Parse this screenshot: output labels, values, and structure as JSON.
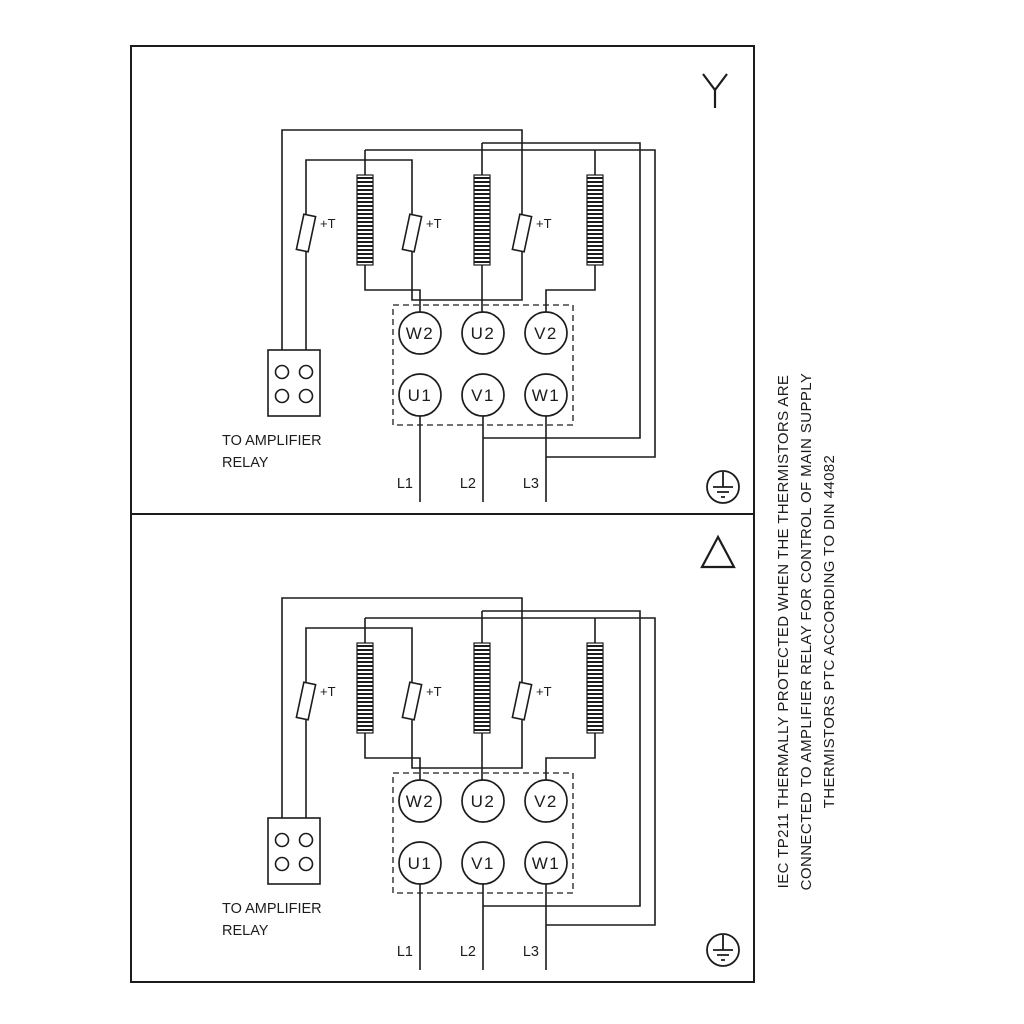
{
  "colors": {
    "line": "#1c1c1c",
    "background": "#ffffff"
  },
  "panels": [
    {
      "name": "star connection",
      "connection_symbol": "wye",
      "terminals_top": [
        "W2",
        "U2",
        "V2"
      ],
      "terminals_bottom": [
        "U1",
        "V1",
        "W1"
      ],
      "thermistor_labels": [
        "+T",
        "+T",
        "+T"
      ],
      "relay_label": [
        "TO AMPLIFIER",
        "RELAY"
      ],
      "mains_labels": [
        "L1",
        "L2",
        "L3"
      ]
    },
    {
      "name": "delta connection",
      "connection_symbol": "delta",
      "terminals_top": [
        "W2",
        "U2",
        "V2"
      ],
      "terminals_bottom": [
        "U1",
        "V1",
        "W1"
      ],
      "thermistor_labels": [
        "+T",
        "+T",
        "+T"
      ],
      "relay_label": [
        "TO AMPLIFIER",
        "RELAY"
      ],
      "mains_labels": [
        "L1",
        "L2",
        "L3"
      ]
    }
  ],
  "side_note": {
    "lines": [
      "IEC TP211 THERMALLY PROTECTED WHEN THE THERMISTORS ARE",
      "CONNECTED TO AMPLIFIER RELAY FOR CONTROL OF MAIN SUPPLY",
      "THERMISTORS PTC ACCORDING TO DIN 44082"
    ]
  }
}
